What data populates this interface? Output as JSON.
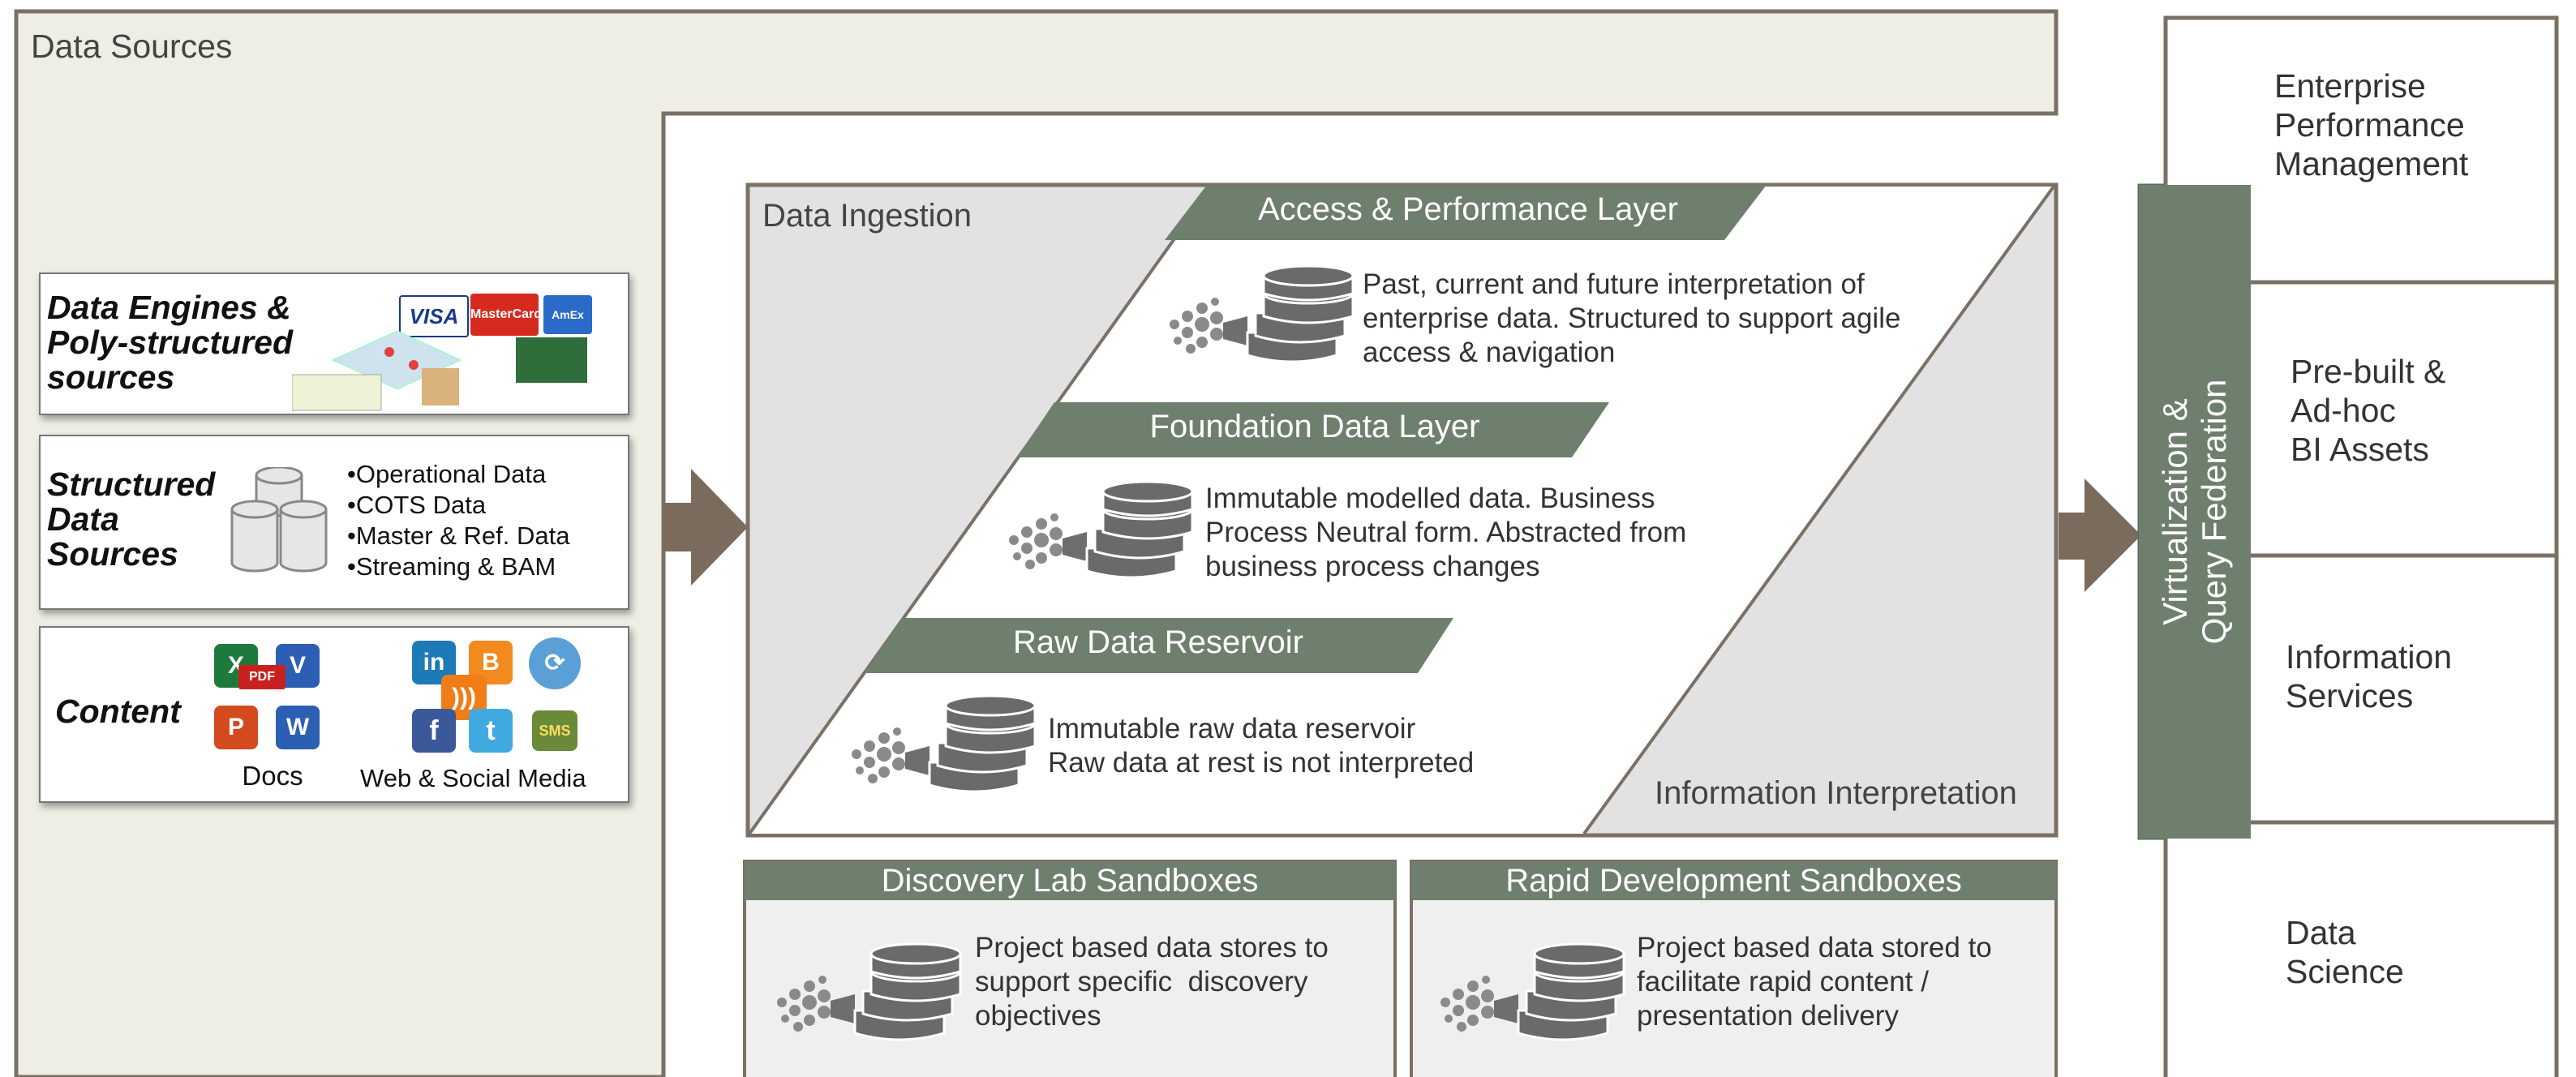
{
  "data_sources": {
    "title": "Data Sources",
    "engines": {
      "title_lines": [
        "Data Engines &",
        "Poly-structured",
        "sources"
      ],
      "card_icons": [
        "VISA",
        "MasterCard",
        "AmEx"
      ]
    },
    "structured": {
      "title_lines": [
        "Structured",
        "Data",
        "Sources"
      ],
      "bullets": [
        "•Operational Data",
        "•COTS Data",
        "•Master & Ref. Data",
        "•Streaming & BAM"
      ]
    },
    "content": {
      "title": "Content",
      "docs_label": "Docs",
      "web_label": "Web & Social Media",
      "sms_label": "SMS",
      "pdf_label": "PDF"
    }
  },
  "ingestion": {
    "title": "Data Ingestion"
  },
  "interpretation": {
    "title": "Information Interpretation"
  },
  "layers": {
    "access": {
      "title": "Access & Performance Layer",
      "desc": [
        "Past, current and future interpretation of",
        "enterprise data. Structured to support agile",
        "access & navigation"
      ]
    },
    "foundation": {
      "title": "Foundation Data Layer",
      "desc": [
        "Immutable modelled data. Business",
        "Process Neutral form. Abstracted from",
        "business process changes"
      ]
    },
    "raw": {
      "title": "Raw Data Reservoir",
      "desc": [
        "Immutable raw data reservoir",
        "Raw data at rest is not interpreted"
      ]
    }
  },
  "sandboxes": {
    "discovery": {
      "title": "Discovery Lab Sandboxes",
      "desc": [
        "Project based data stores to",
        "support specific  discovery",
        "objectives"
      ]
    },
    "rapid": {
      "title": "Rapid Development Sandboxes",
      "desc": [
        "Project based data stored to",
        "facilitate rapid content /",
        "presentation delivery"
      ]
    }
  },
  "virtualization": {
    "lines": [
      "Virtualization &",
      "Query Federation"
    ]
  },
  "outputs": [
    {
      "lines": [
        "Enterprise",
        "Performance",
        "Management"
      ]
    },
    {
      "lines": [
        "Pre-built &",
        "Ad-hoc",
        "BI Assets"
      ]
    },
    {
      "lines": [
        "Information",
        "Services"
      ]
    },
    {
      "lines": [
        "Data",
        "Science"
      ]
    }
  ],
  "colors": {
    "panel_bg": "#eeeee5",
    "header_green": "#6f7f6e",
    "arrow_brown": "#7a6b5d",
    "border": "#7a7065",
    "gray_region": "#e2e2e2"
  },
  "icons": [
    "db-stack-icon",
    "data-dots-icon",
    "database-icon",
    "excel-icon",
    "word-icon",
    "pdf-icon",
    "powerpoint-icon",
    "linkedin-icon",
    "blogger-icon",
    "rss-icon",
    "facebook-icon",
    "twitter-icon",
    "sms-icon",
    "globe-icon"
  ]
}
